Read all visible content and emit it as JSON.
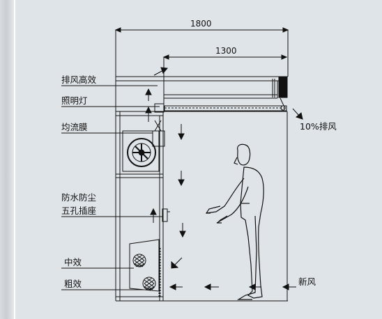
{
  "dimensions": {
    "overall": "1800",
    "inner": "1300"
  },
  "labels": {
    "exhaust_hepa": "排风高效",
    "lighting": "照明灯",
    "flow_membrane": "均流膜",
    "socket_line1": "防水防尘",
    "socket_line2": "五孔插座",
    "medium_filter": "中效",
    "coarse_filter": "粗效",
    "exhaust_10": "10%排风",
    "fresh_air": "新风"
  },
  "colors": {
    "panel": "#dfe4e8",
    "line": "#111111",
    "background": "#ffffff"
  }
}
